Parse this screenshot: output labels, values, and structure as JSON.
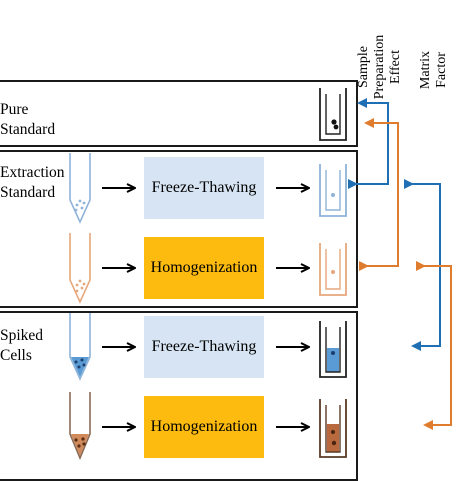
{
  "column_headers": {
    "sample_prep": [
      "Sample",
      "Preparation",
      "Effect"
    ],
    "matrix": [
      "Matrix",
      "Factor"
    ]
  },
  "panels": [
    {
      "label": "Pure\nStandard"
    },
    {
      "label": "Extraction\nStandard"
    },
    {
      "label": "Spiked\nCells"
    }
  ],
  "processes": {
    "freeze_thawing": "Freeze-Thawing",
    "homogenization": "Homogenization"
  },
  "colors": {
    "blue_arrow": "#1f6fb4",
    "orange_arrow": "#e07c2e",
    "freeze_box": "#d6e4f3",
    "homog_box": "#fdbb10",
    "tube_blue": "#8fb3d9",
    "tube_orange": "#e6a77c",
    "tube_dark": "#333333",
    "liquid_blue": "#5b9bd5",
    "liquid_brown": "#b8693e"
  }
}
